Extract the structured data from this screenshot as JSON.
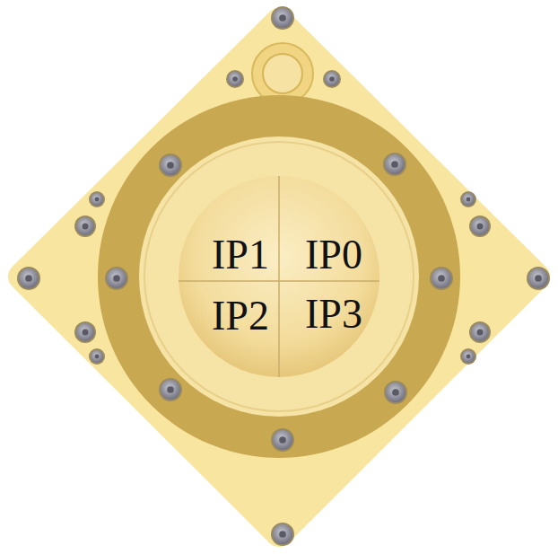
{
  "diagram": {
    "labels": [
      "IP1",
      "IP0",
      "IP2",
      "IP3"
    ]
  }
}
